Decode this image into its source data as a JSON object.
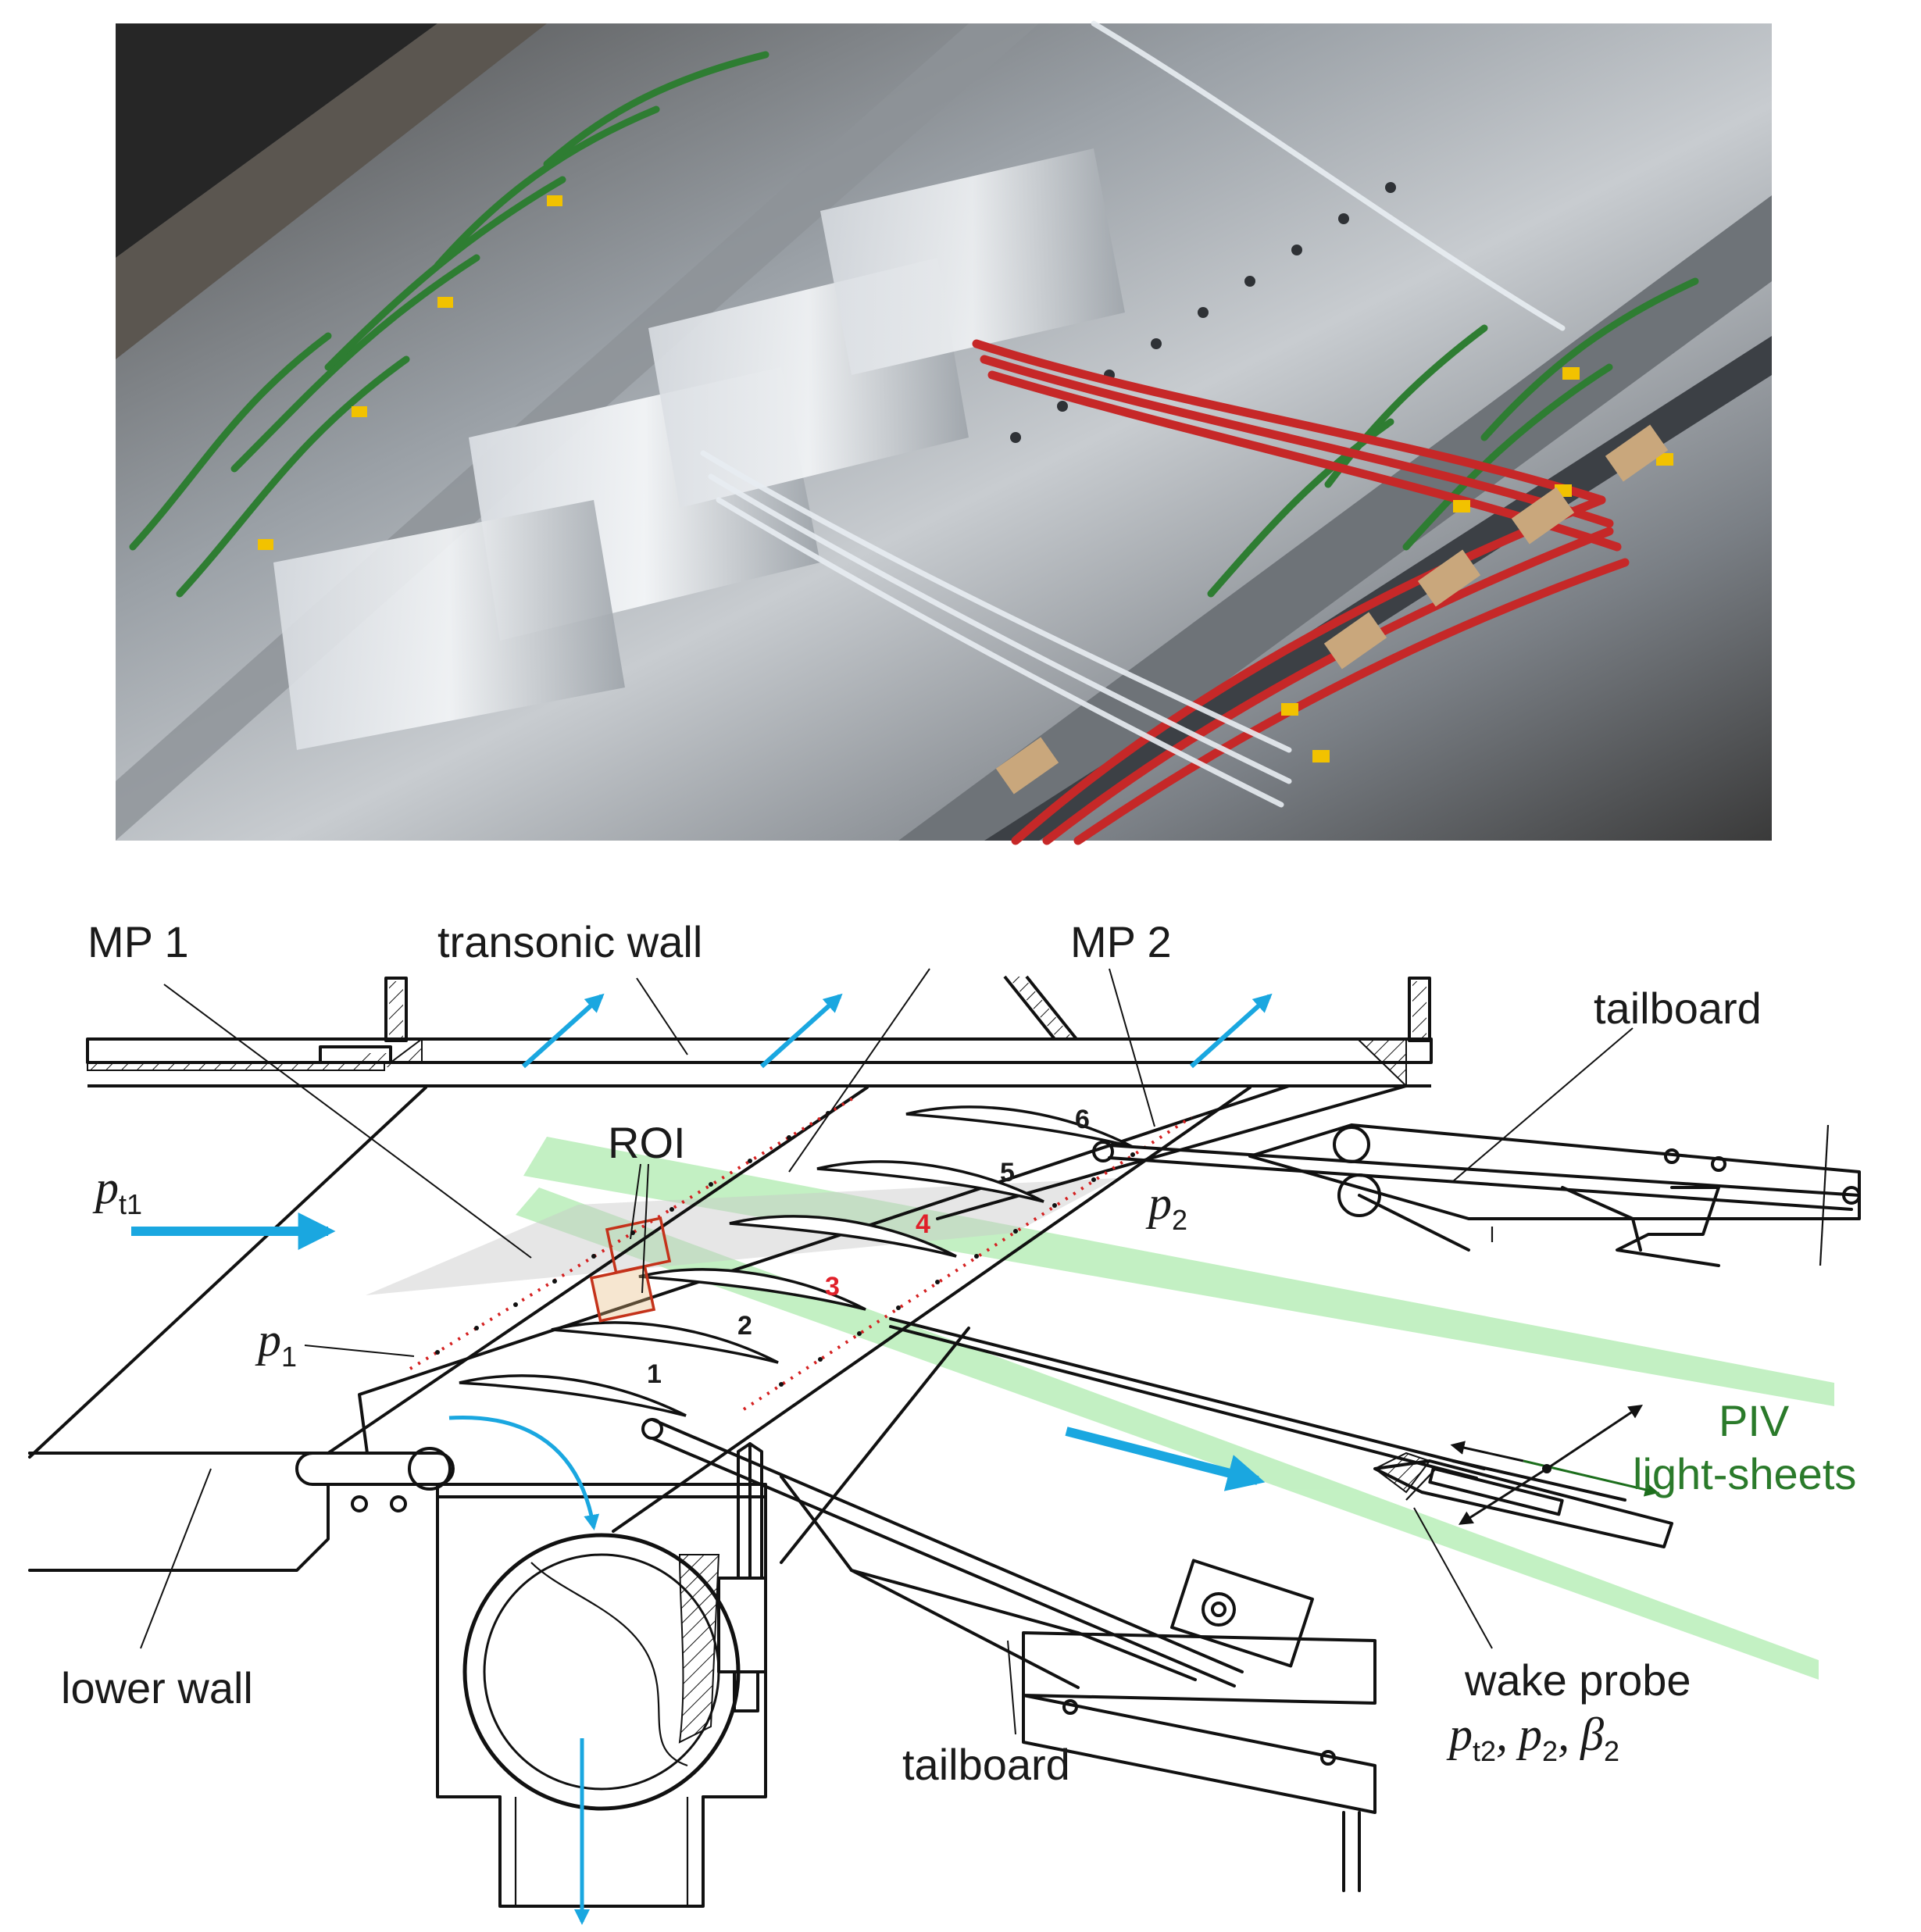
{
  "labels": {
    "mp1": "MP 1",
    "transonic_wall": "transonic wall",
    "mp2": "MP 2",
    "tailboard_top": "tailboard",
    "roi": "ROI",
    "pt1_main": "p",
    "pt1_sub": "t1",
    "p1_main": "p",
    "p1_sub": "1",
    "p2_main": "p",
    "p2_sub": "2",
    "blade_1": "1",
    "blade_2": "2",
    "blade_3": "3",
    "blade_4": "4",
    "blade_5": "5",
    "blade_6": "6",
    "piv_line1": "PIV",
    "piv_line2": "light-sheets",
    "lower_wall": "lower wall",
    "tailboard_bottom": "tailboard",
    "wake_probe": "wake probe",
    "wp_pt2_main": "p",
    "wp_pt2_sub": "t2",
    "wp_sep1": ",",
    "wp_p2_main": "p",
    "wp_p2_sub": "2",
    "wp_sep2": ",",
    "wp_beta_main": "β",
    "wp_beta_sub": "2"
  },
  "colors": {
    "flow_arrow": "#1aa7e0",
    "light_sheet": "#7be07b",
    "measurement_plane": "#d42020",
    "highlight_blade_label": "#e0202a",
    "piv_text": "#2a7a2a"
  },
  "photo": {
    "subject": "cascade test section photograph with instrumentation tubing"
  }
}
